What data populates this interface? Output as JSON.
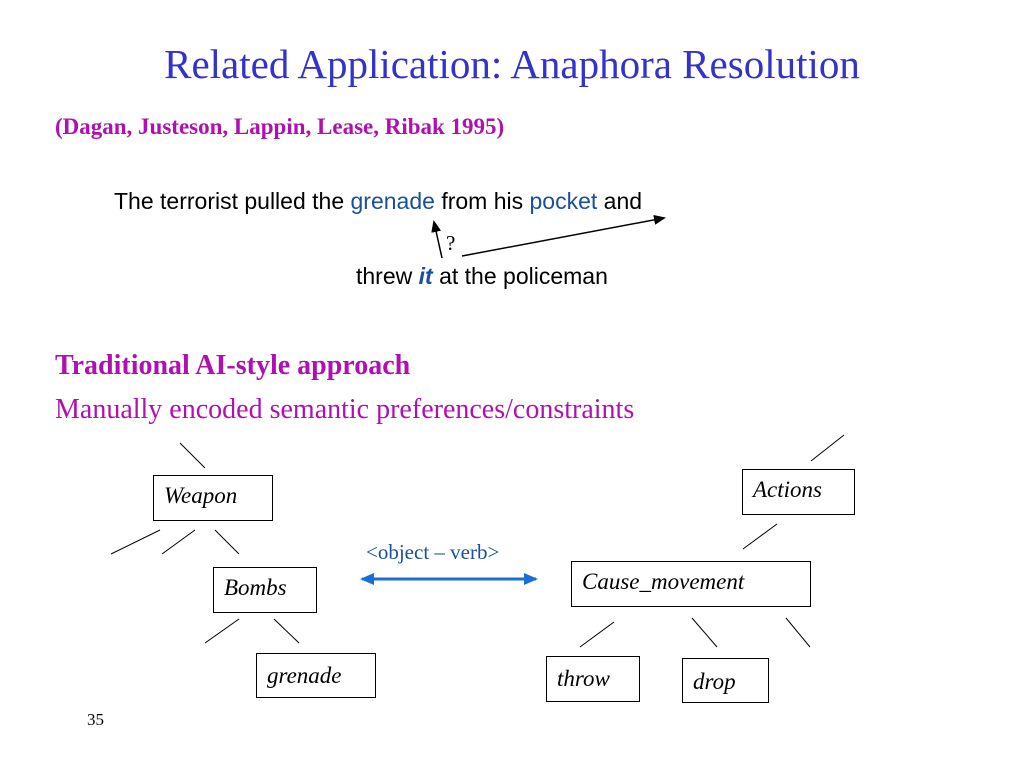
{
  "title": "Related Application: Anaphora Resolution",
  "citation": "(Dagan, Justeson, Lappin, Lease, Ribak 1995)",
  "sentence": {
    "line1_part1": "The terrorist pulled the ",
    "candidate1": "grenade",
    "line1_part2": " from his ",
    "candidate2": "pocket",
    "line1_part3": " and",
    "line2_part1": "threw ",
    "pronoun": "it",
    "line2_part2": " at the policeman",
    "question_mark": "?"
  },
  "approach": {
    "heading": "Traditional AI-style approach",
    "description": "Manually encoded semantic preferences/constraints"
  },
  "diagram": {
    "left_tree": {
      "root": "Weapon",
      "child": "Bombs",
      "leaf": "grenade"
    },
    "right_tree": {
      "root": "Actions",
      "child": "Cause_movement",
      "leaf1": "throw",
      "leaf2": "drop"
    },
    "relation_label": "<object – verb>"
  },
  "slide_number": "35",
  "colors": {
    "title": "#3333cc",
    "accent_magenta": "#b010b0",
    "keyword_blue": "#1a4f99",
    "arrow_blue": "#1a6fd6"
  }
}
